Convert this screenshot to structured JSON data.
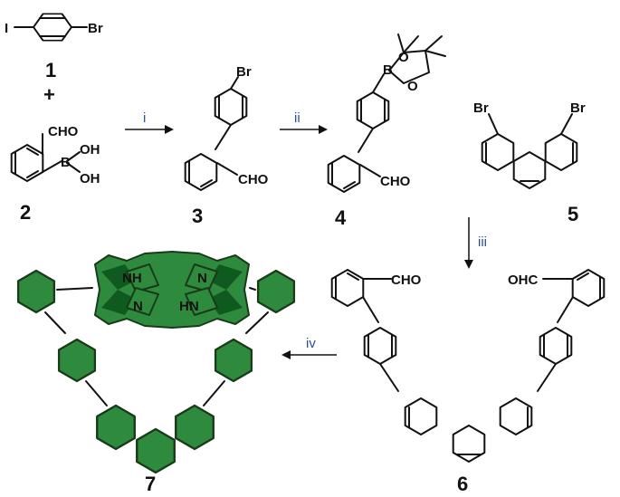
{
  "compounds": [
    {
      "id": "c1",
      "label": "1"
    },
    {
      "id": "c2",
      "label": "2"
    },
    {
      "id": "c3",
      "label": "3"
    },
    {
      "id": "c4",
      "label": "4"
    },
    {
      "id": "c5",
      "label": "5"
    },
    {
      "id": "c6",
      "label": "6"
    },
    {
      "id": "c7",
      "label": "7"
    }
  ],
  "plus": "+",
  "steps": [
    "i",
    "ii",
    "iii",
    "iv"
  ],
  "atoms": {
    "iodine": "I",
    "bromine": "Br",
    "aldehyde": "CHO",
    "aldehyde_reversed": "OHC",
    "boron": "B",
    "oxygen": "O",
    "hydroxyl": "OH",
    "porphyrin_nh": "NH",
    "porphyrin_n": "N",
    "porphyrin_hn": "HN"
  },
  "colors": {
    "step_label": "#2a4fa0",
    "green_fill": "#2e8b3e",
    "green_dark": "#0f5a1f"
  }
}
